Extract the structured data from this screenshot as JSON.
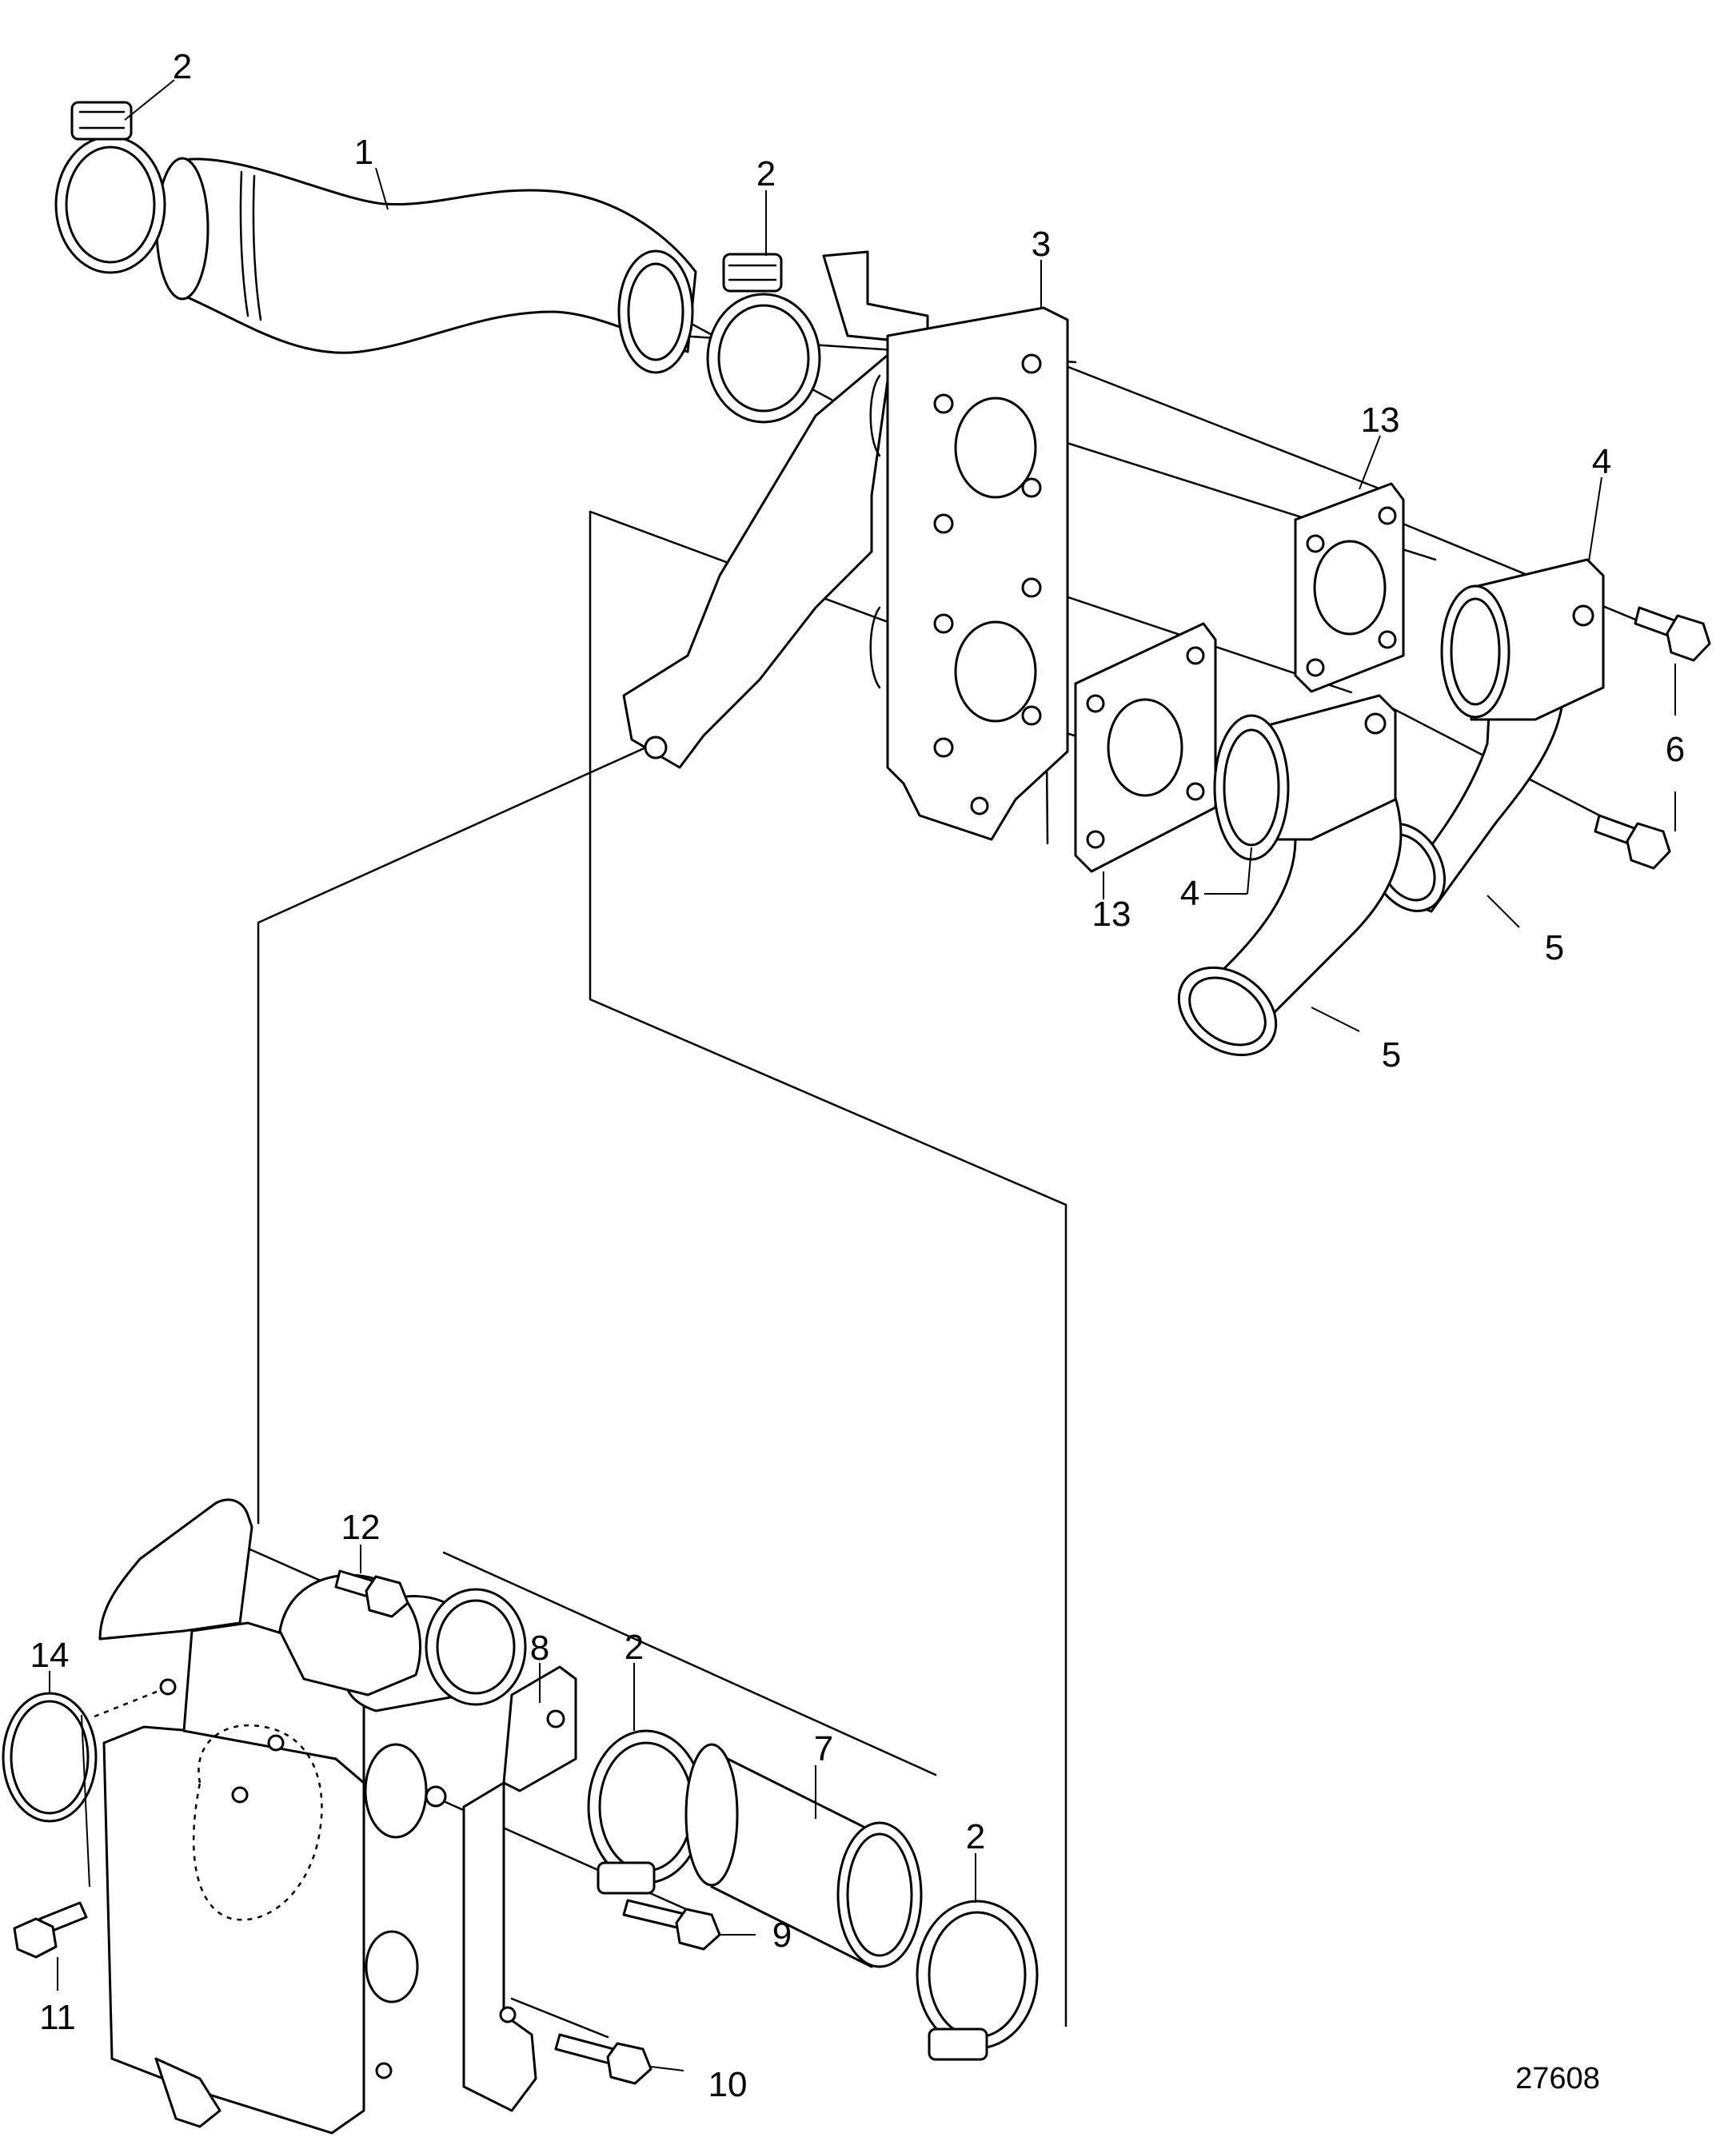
{
  "figure": {
    "id_label": "27608",
    "callouts": {
      "c1": "1",
      "c2a": "2",
      "c2b": "2",
      "c2c": "2",
      "c2d": "2",
      "c3": "3",
      "c4a": "4",
      "c4b": "4",
      "c5a": "5",
      "c5b": "5",
      "c6": "6",
      "c7": "7",
      "c8": "8",
      "c9": "9",
      "c10": "10",
      "c11": "11",
      "c12": "12",
      "c13a": "13",
      "c13b": "13",
      "c14": "14"
    }
  }
}
